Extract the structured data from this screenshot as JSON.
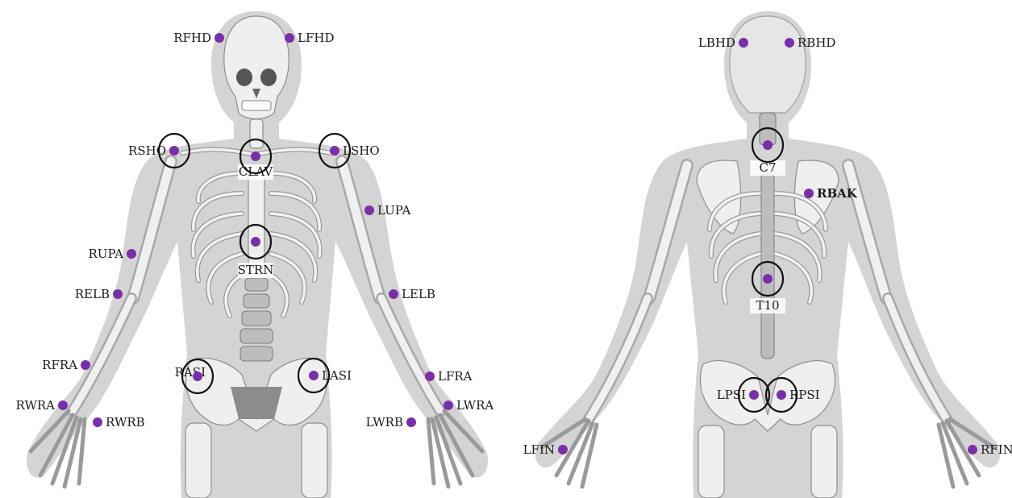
{
  "colors": {
    "marker": "#7a2fa8",
    "ring": "#111111",
    "silhouette": "#d4d4d4",
    "bone": "#efefef"
  },
  "front_view": {
    "markers": [
      {
        "label": "RFHD",
        "circled": false
      },
      {
        "label": "LFHD",
        "circled": false
      },
      {
        "label": "RSHO",
        "circled": true
      },
      {
        "label": "CLAV",
        "circled": true
      },
      {
        "label": "LSHO",
        "circled": true
      },
      {
        "label": "LUPA",
        "circled": false
      },
      {
        "label": "STRN",
        "circled": true
      },
      {
        "label": "RUPA",
        "circled": false
      },
      {
        "label": "RELB",
        "circled": false
      },
      {
        "label": "LELB",
        "circled": false
      },
      {
        "label": "RFRA",
        "circled": false
      },
      {
        "label": "RASI",
        "circled": true
      },
      {
        "label": "LASI",
        "circled": true
      },
      {
        "label": "LFRA",
        "circled": false
      },
      {
        "label": "RWRA",
        "circled": false
      },
      {
        "label": "LWRA",
        "circled": false
      },
      {
        "label": "RWRB",
        "circled": false
      },
      {
        "label": "LWRB",
        "circled": false
      }
    ]
  },
  "back_view": {
    "markers": [
      {
        "label": "LBHD",
        "circled": false
      },
      {
        "label": "RBHD",
        "circled": false
      },
      {
        "label": "C7",
        "circled": true
      },
      {
        "label": "RBAK",
        "circled": false
      },
      {
        "label": "T10",
        "circled": true
      },
      {
        "label": "LPSI",
        "circled": true
      },
      {
        "label": "RPSI",
        "circled": true
      },
      {
        "label": "LFIN",
        "circled": false
      },
      {
        "label": "RFIN",
        "circled": false
      }
    ]
  }
}
